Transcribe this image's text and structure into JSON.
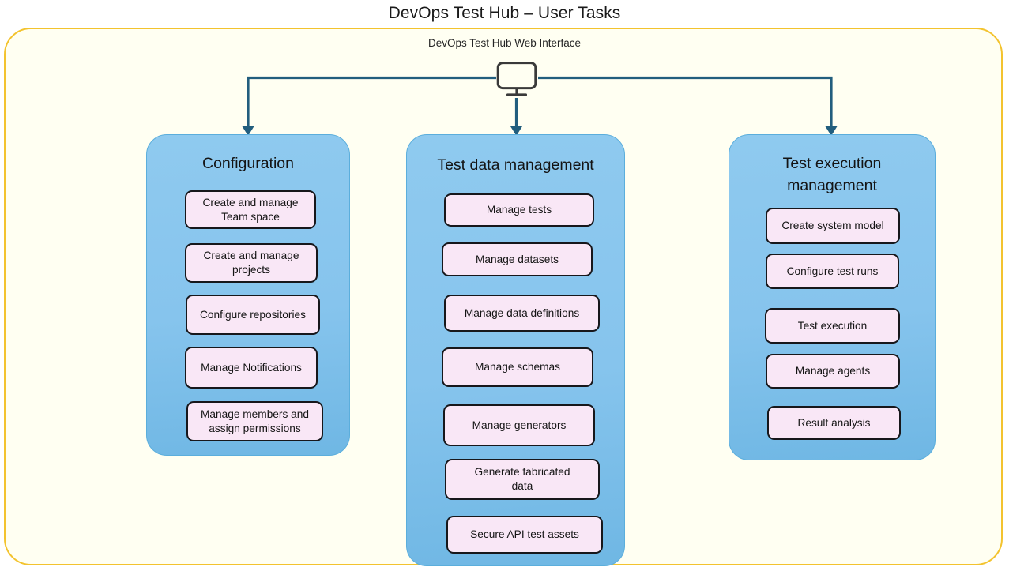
{
  "page": {
    "title": "DevOps Test Hub – User Tasks",
    "interface_label": "DevOps Test Hub Web Interface",
    "icon": "monitor-icon"
  },
  "colors": {
    "frame_border": "#F3C32E",
    "frame_background": "#FFFFF2",
    "column_fill": "#86C4ED",
    "column_border": "#5BAEDC",
    "chip_fill": "#F9E7F6",
    "chip_border": "#17171B",
    "connector": "#225E7E",
    "monitor": "#3A3A3A",
    "text": "#141414"
  },
  "columns": [
    {
      "id": "configuration",
      "title": "Configuration",
      "tasks": [
        "Create and manage\nTeam space",
        "Create and manage\nprojects",
        "Configure repositories",
        "Manage Notifications",
        "Manage members and\nassign permissions"
      ]
    },
    {
      "id": "test-data-management",
      "title": "Test data management",
      "tasks": [
        "Manage tests",
        "Manage datasets",
        "Manage data definitions",
        "Manage schemas",
        "Manage generators",
        "Generate fabricated\ndata",
        "Secure API test assets"
      ]
    },
    {
      "id": "test-execution-management",
      "title": "Test execution\nmanagement",
      "tasks": [
        "Create system model",
        "Configure test runs",
        "Test execution",
        "Manage agents",
        "Result analysis"
      ]
    }
  ]
}
